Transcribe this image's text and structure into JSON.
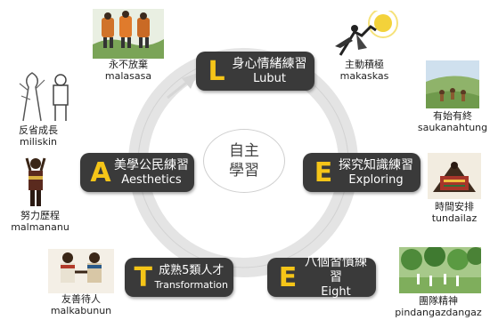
{
  "center": {
    "line1": "自主",
    "line2": "學習"
  },
  "boxes": {
    "lubut": {
      "letter": "L",
      "zh": "身心情緒練習",
      "en": "Lubut"
    },
    "exploring": {
      "letter": "E",
      "zh": "探究知識練習",
      "en": "Exploring"
    },
    "eight": {
      "letter": "E",
      "zh": "八個習慣練習",
      "en": "Eight"
    },
    "transformation": {
      "letter": "T",
      "zh": "成熟5類人才",
      "en": "Transformation"
    },
    "aesthetics": {
      "letter": "A",
      "zh": "美學公民練習",
      "en": "Aesthetics"
    }
  },
  "habits": {
    "malasasa": {
      "zh": "永不放棄",
      "en": "malasasa"
    },
    "makaskas": {
      "zh": "主動積極",
      "en": "makaskas"
    },
    "saukanahtung": {
      "zh": "有始有終",
      "en": "saukanahtung"
    },
    "tundailaz": {
      "zh": "時間安排",
      "en": "tundailaz"
    },
    "pindangazdangaz": {
      "zh": "團隊精神",
      "en": "pindangazdangaz"
    },
    "malkabunun": {
      "zh": "友善待人",
      "en": "malkabunun"
    },
    "malmananu": {
      "zh": "努力歷程",
      "en": "malmananu"
    },
    "miliskin": {
      "zh": "反省成長",
      "en": "miliskin"
    }
  },
  "colors": {
    "box_bg": "#3a3a3a",
    "letter": "#f5c518",
    "ring": "#e3e3e3"
  },
  "icons": [
    "cycle-arrow",
    "workers-illustration",
    "explorer-illustration",
    "village-illustration",
    "weaving-illustration",
    "forest-team-illustration",
    "greeting-illustration",
    "warrior-illustration",
    "tree-sketch-illustration"
  ]
}
